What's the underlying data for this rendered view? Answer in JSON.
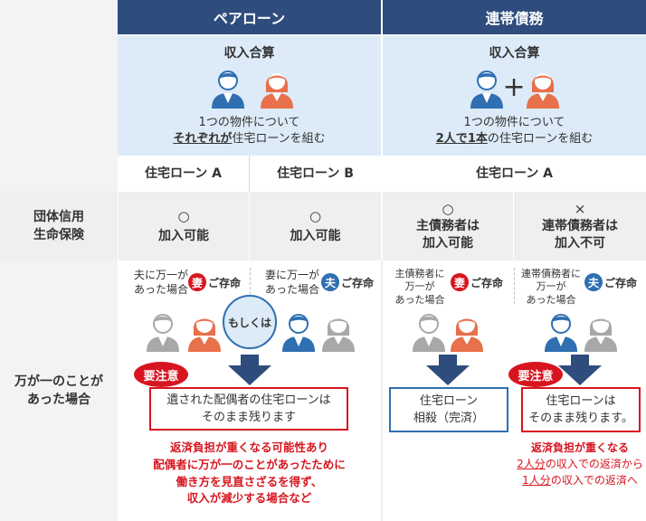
{
  "header": {
    "pair_loan": "ペアローン",
    "joint_debt": "連帯債務"
  },
  "income": {
    "title": "収入合算",
    "pair_line1": "1つの物件について",
    "pair_line2_em": "それぞれが",
    "pair_line2_rest": "住宅ローンを組む",
    "joint_line1": "1つの物件について",
    "joint_line2_em1": "2人で",
    "joint_line2_em2": "1本",
    "joint_line2_rest": "の住宅ローンを組む",
    "plus": "+"
  },
  "loans": {
    "pair_a": "住宅ローン A",
    "pair_b": "住宅ローン B",
    "joint_a": "住宅ローン A"
  },
  "insurance": {
    "row_label_1": "団体信用",
    "row_label_2": "生命保険",
    "cells": [
      {
        "mark": "○",
        "line1": "加入可能",
        "line2": ""
      },
      {
        "mark": "○",
        "line1": "加入可能",
        "line2": ""
      },
      {
        "mark": "○",
        "line1": "主債務者は",
        "line2": "加入可能"
      },
      {
        "mark": "×",
        "line1": "連帯債務者は",
        "line2": "加入不可"
      }
    ]
  },
  "emergency": {
    "row_label_1": "万が一のことが",
    "row_label_2": "あった場合",
    "pair_left_1": "夫に万一が",
    "pair_left_2": "あった場合",
    "pair_right_1": "妻に万一が",
    "pair_right_2": "あった場合",
    "wife_badge": "妻",
    "husband_badge": "夫",
    "survive": "ご存命",
    "or": "もしくは",
    "warning": "要注意",
    "pair_result_1": "遺された配偶者の住宅ローンは",
    "pair_result_2": "そのまま残ります",
    "pair_note_1": "返済負担が重くなる可能性あり",
    "pair_note_2": "配偶者に万が一のことがあったために",
    "pair_note_3": "働き方を見直さざるを得ず、",
    "pair_note_4": "収入が減少する場合など",
    "main_1": "主債務者に",
    "main_2": "万一が",
    "main_3": "あった場合",
    "main_result_1": "住宅ローン",
    "main_result_2": "相殺（完済）",
    "joint_1": "連帯債務者に",
    "joint_2": "万一が",
    "joint_3": "あった場合",
    "joint_result_1": "住宅ローンは",
    "joint_result_2": "そのまま残ります。",
    "joint_note_1": "返済負担が重くなる",
    "joint_note_2a": "2人分",
    "joint_note_2b": "の収入での返済から",
    "joint_note_3a": "1人分",
    "joint_note_3b": "の収入での返済へ"
  },
  "colors": {
    "navy": "#2e4c7c",
    "light_blue": "#dcebf7",
    "red": "#d7151f",
    "blue": "#2f6fb2",
    "orange": "#e8704a"
  }
}
